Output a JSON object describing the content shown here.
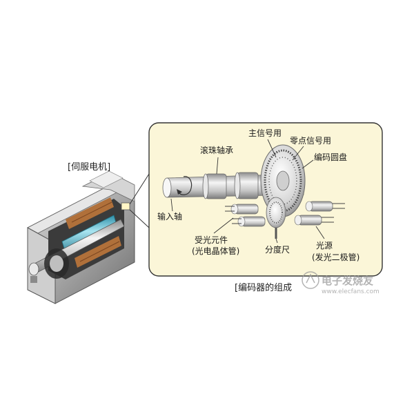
{
  "motor": {
    "caption": "[伺服电机]"
  },
  "encoder": {
    "caption": "[编码器的组成",
    "labels": {
      "main_signal": "主信号用",
      "zero_signal": "零点信号用",
      "ball_bearing": "滚珠轴承",
      "code_disc": "编码圆盘",
      "input_shaft": "输入轴",
      "receiver_line1": "受光元件",
      "receiver_line2": "(光电晶体管)",
      "scale": "分度尺",
      "light_line1": "光源",
      "light_line2": "(发光二极管)"
    }
  },
  "watermark": {
    "brand": "电子发烧友",
    "url": "www.elecfans.com"
  },
  "colors": {
    "panel_bg": "#fbf6d8",
    "panel_border": "#333333",
    "metal_light": "#f2f2f2",
    "metal_mid": "#bdbdbd",
    "metal_dark": "#7a7a7a",
    "rotor_blue": "#4fb3c8",
    "coil_copper": "#b0703a"
  }
}
